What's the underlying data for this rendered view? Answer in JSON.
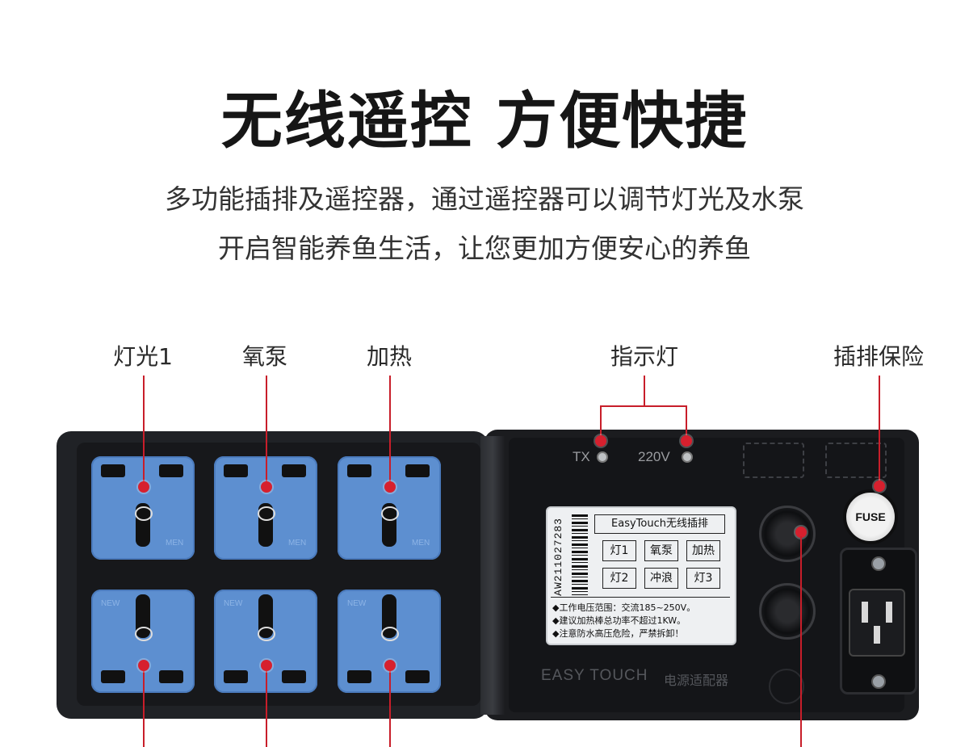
{
  "headline": "无线遥控 方便快捷",
  "subtitle": {
    "line1": "多功能插排及遥控器，通过遥控器可以调节灯光及水泵",
    "line2": "开启智能养鱼生活，让您更加方便安心的养鱼"
  },
  "callouts": {
    "light1": "灯光1",
    "pump": "氧泵",
    "heat": "加热",
    "indicator": "指示灯",
    "fuse": "插排保险"
  },
  "device": {
    "indicator_tx": "TX",
    "indicator_220v": "220V",
    "socket_tag_top": "MEN",
    "socket_tag_bottom": "NEW",
    "panel": {
      "title": "EasyTouch无线插排",
      "serial": "AW211027283",
      "buttons": [
        "灯1",
        "氧泵",
        "加热",
        "灯2",
        "冲浪",
        "灯3"
      ],
      "warnings": [
        "◆工作电压范围：交流185~250V。",
        "◆建议加热棒总功率不超过1KW。",
        "◆注意防水高压危险，严禁拆卸！"
      ]
    },
    "fuse_label": "FUSE",
    "brand": "EASY TOUCH",
    "brand_cn": "电源适配器"
  },
  "colors": {
    "accent_line": "#c81e2a",
    "socket_blue": "#5d8fd0",
    "device_body": "#1b1c1f"
  }
}
